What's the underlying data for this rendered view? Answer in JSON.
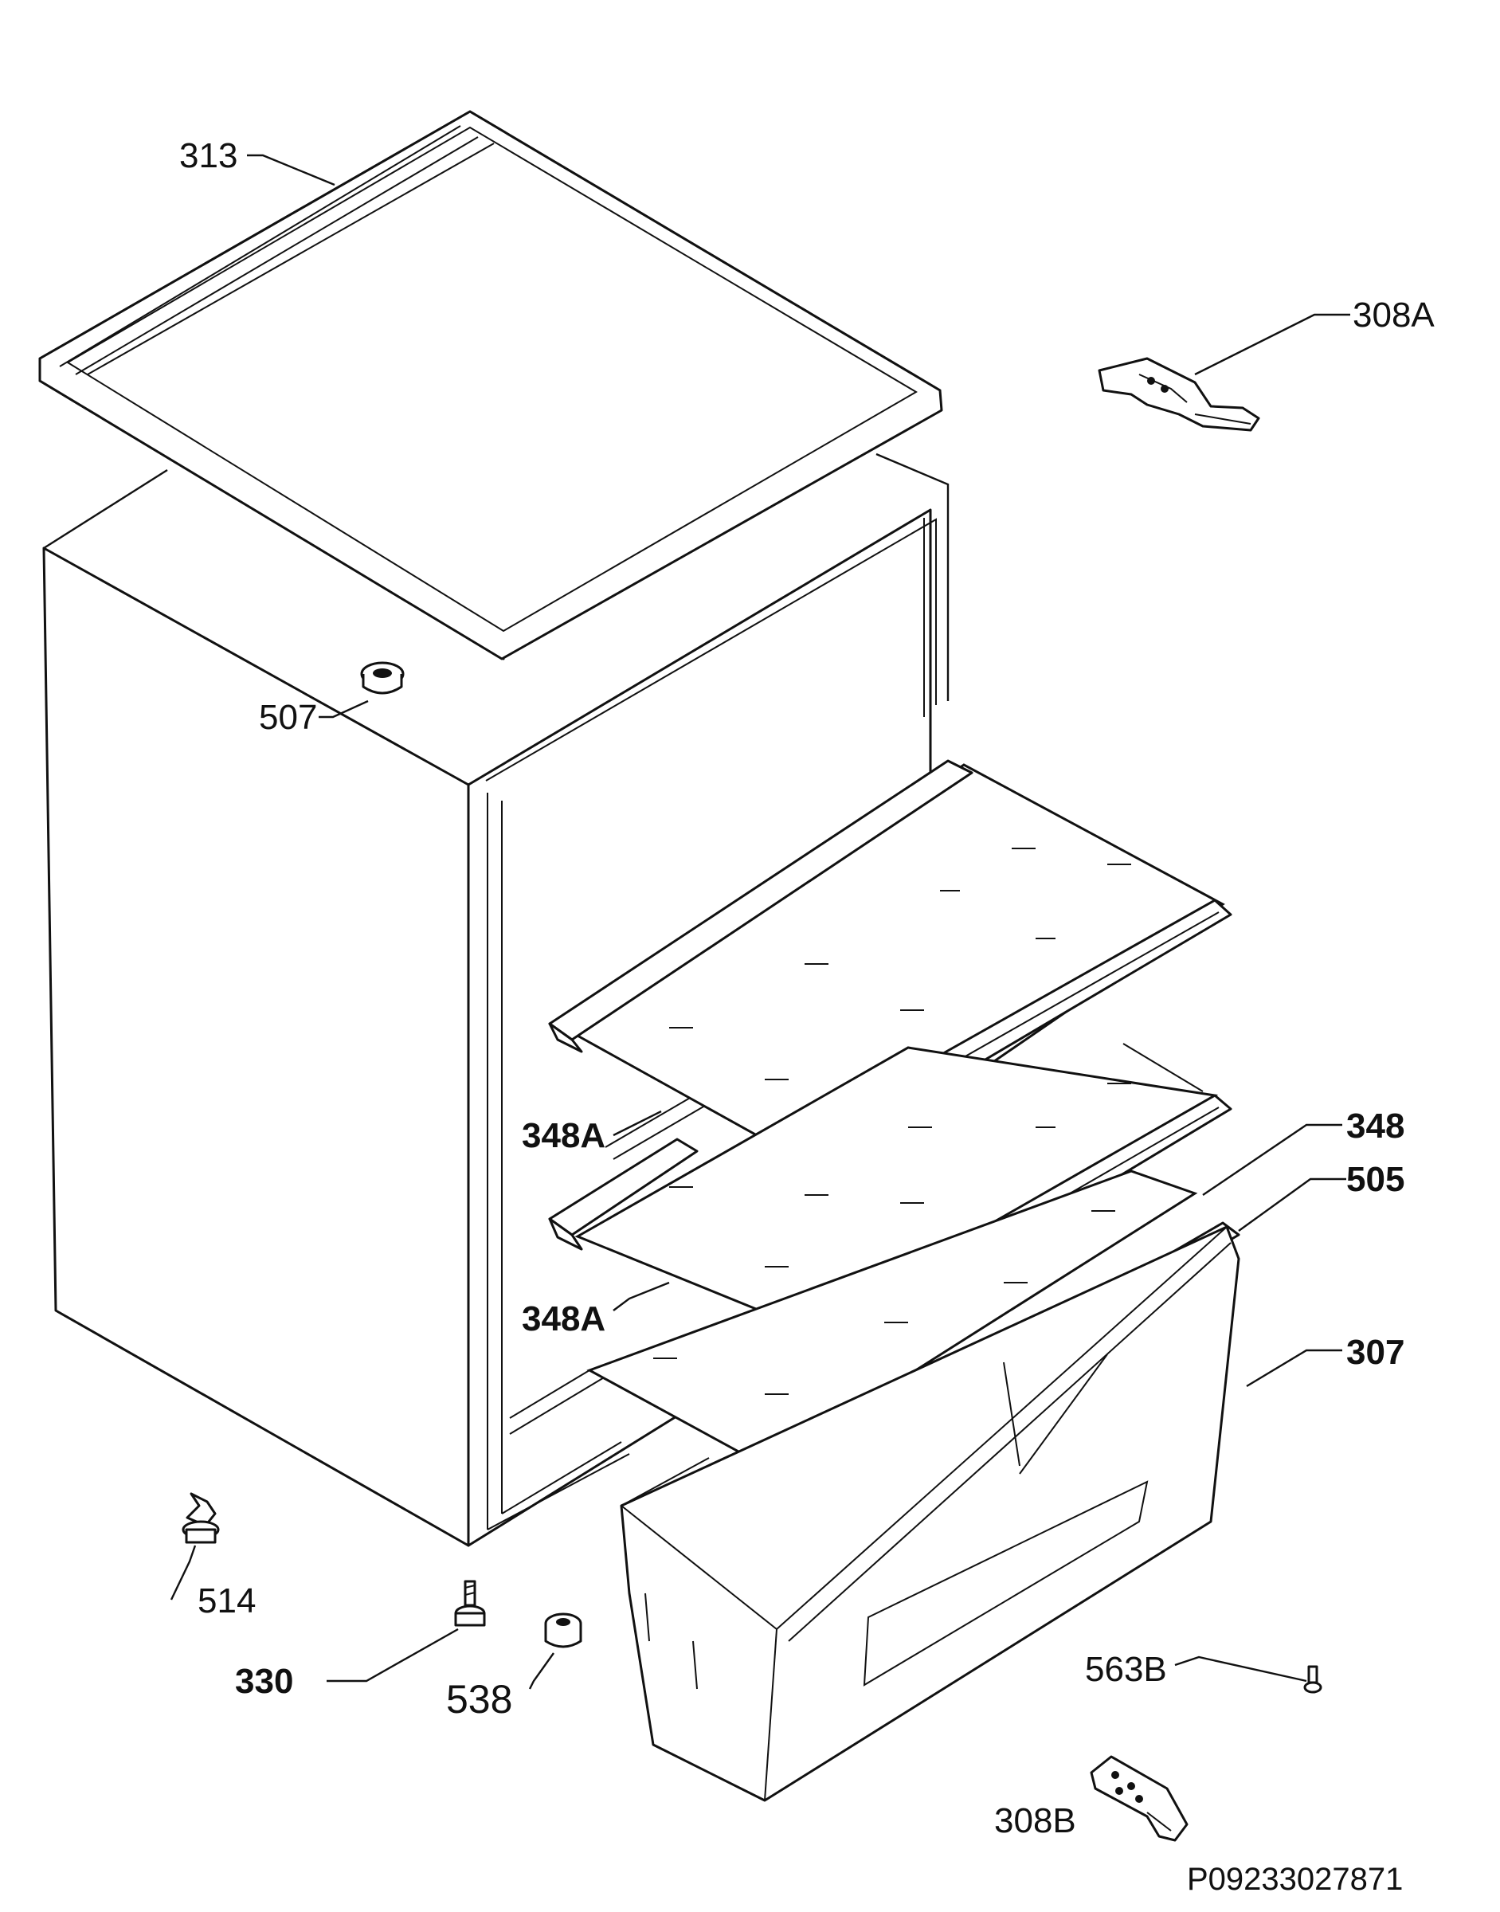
{
  "labels": {
    "p313": "313",
    "p308A": "308A",
    "p507": "507",
    "p348A_upper": "348A",
    "p348": "348",
    "p505": "505",
    "p348A_lower": "348A",
    "p307": "307",
    "p514": "514",
    "p330": "330",
    "p538": "538",
    "p563B": "563B",
    "p308B": "308B",
    "drawing_number": "P09233027871"
  }
}
